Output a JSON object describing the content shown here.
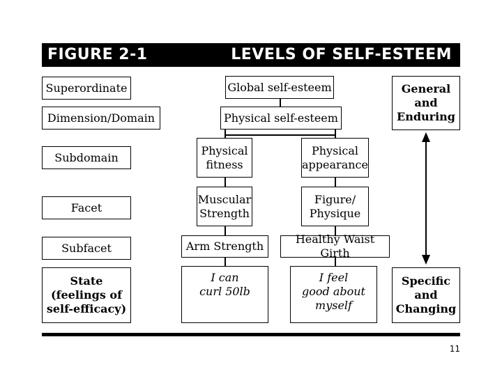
{
  "header": {
    "figure_label": "FIGURE 2-1",
    "title": "LEVELS OF SELF-ESTEEM"
  },
  "levels": [
    "Superordinate",
    "Dimension/Domain",
    "Subdomain",
    "Facet",
    "Subfacet",
    "State\n(feelings of\nself-efficacy)"
  ],
  "hierarchy": {
    "global": "Global self-esteem",
    "physical": "Physical self-esteem",
    "fitness": "Physical\nfitness",
    "appearance": "Physical\nappearance",
    "muscular": "Muscular\nStrength",
    "figure": "Figure/\nPhysique",
    "arm": "Arm Strength",
    "waist": "Healthy Waist Girth",
    "state_left": "I can\ncurl 50lb",
    "state_right": "I feel\ngood about\nmyself"
  },
  "scale": {
    "top": "General\nand\nEnduring",
    "bottom": "Specific\nand\nChanging"
  },
  "page_number": "11"
}
